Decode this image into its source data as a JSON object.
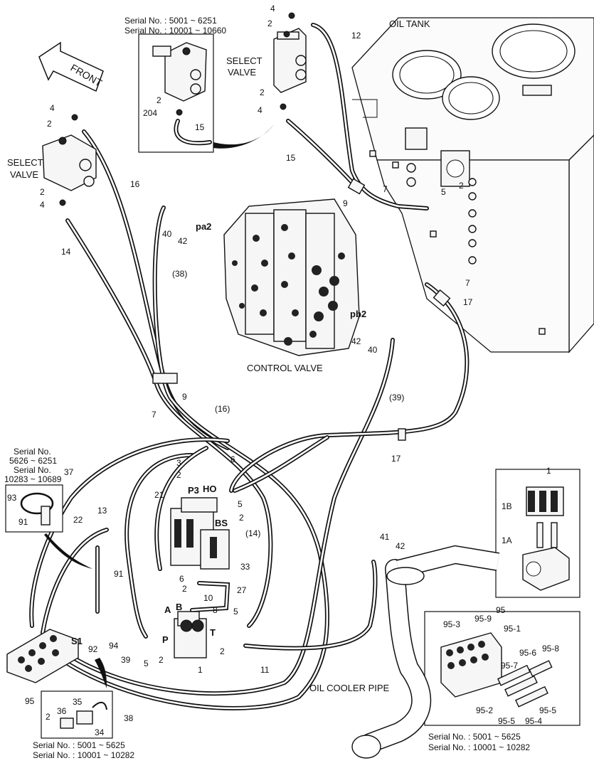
{
  "labels": {
    "oil_tank": "OIL TANK",
    "front": "FRONT",
    "select_valve_a1": "SELECT",
    "select_valve_a2": "VALVE",
    "select_valve_b1": "SELECT",
    "select_valve_b2": "VALVE",
    "control_valve": "CONTROL VALVE",
    "oil_cooler_pipe": "OIL COOLER PIPE",
    "pa2": "pa2",
    "pb2": "pb2",
    "p3": "P3",
    "ho": "HO",
    "bs": "BS",
    "port_a": "A",
    "port_b": "B",
    "port_p": "P",
    "port_t": "T",
    "port_s1": "S1"
  },
  "serials": {
    "top_1": "Serial No. : 5001 ~ 6251",
    "top_2": "Serial No. : 10001 ~ 10660",
    "left_0": "Serial No.",
    "left_1": "5626 ~ 6251",
    "left_2": "Serial No.",
    "left_3": "10283 ~ 10689",
    "bottom_left_1": "Serial No. : 5001 ~ 5625",
    "bottom_left_2": "Serial No. : 10001 ~ 10282",
    "bottom_right_1": "Serial No. : 5001 ~ 5625",
    "bottom_right_2": "Serial No. : 10001 ~ 10282"
  },
  "callouts": {
    "n4a": "4",
    "n2a": "2",
    "n12": "12",
    "n2b": "2",
    "n4b": "4",
    "n15a": "15",
    "n2c": "2",
    "n204": "204",
    "n15b": "15",
    "n4c": "4",
    "n2d": "2",
    "n16": "16",
    "n2e": "2",
    "n4d": "4",
    "n14": "14",
    "n7a": "7",
    "n9a": "9",
    "n5a": "5",
    "n2f": "2",
    "n40a": "40",
    "n42a": "42",
    "n38": "(38)",
    "n7b": "7",
    "n17a": "17",
    "n42b": "42",
    "n40b": "40",
    "n39": "(39)",
    "n9b": "9",
    "n7c": "7",
    "n16b": "(16)",
    "n17b": "17",
    "n3": "3",
    "n6a": "6",
    "n2g": "2",
    "n5b": "5",
    "n2h": "2",
    "n21": "21",
    "n13": "13",
    "n22": "22",
    "n37": "37",
    "n14b": "(14)",
    "n33": "33",
    "n6b": "6",
    "n2i": "2",
    "n10": "10",
    "n27": "27",
    "n8": "8",
    "n5c": "5",
    "n41": "41",
    "n42c": "42",
    "n91a": "91",
    "n93": "93",
    "n91b": "91",
    "n92": "92",
    "n94": "94",
    "n5d": "5",
    "n2j": "2",
    "n1a": "1",
    "n2k": "2",
    "n11": "11",
    "n39b": "39",
    "n38b": "38",
    "n95a": "95",
    "n36": "36",
    "n35": "35",
    "n2l": "2",
    "n34": "34",
    "n1b": "1",
    "n1B": "1B",
    "n1A": "1A",
    "n95b": "95",
    "n95_3": "95-3",
    "n95_9": "95-9",
    "n95_1": "95-1",
    "n95_6": "95-6",
    "n95_8": "95-8",
    "n95_7": "95-7",
    "n95_2": "95-2",
    "n95_5a": "95-5",
    "n95_5b": "95-5",
    "n95_4": "95-4"
  }
}
